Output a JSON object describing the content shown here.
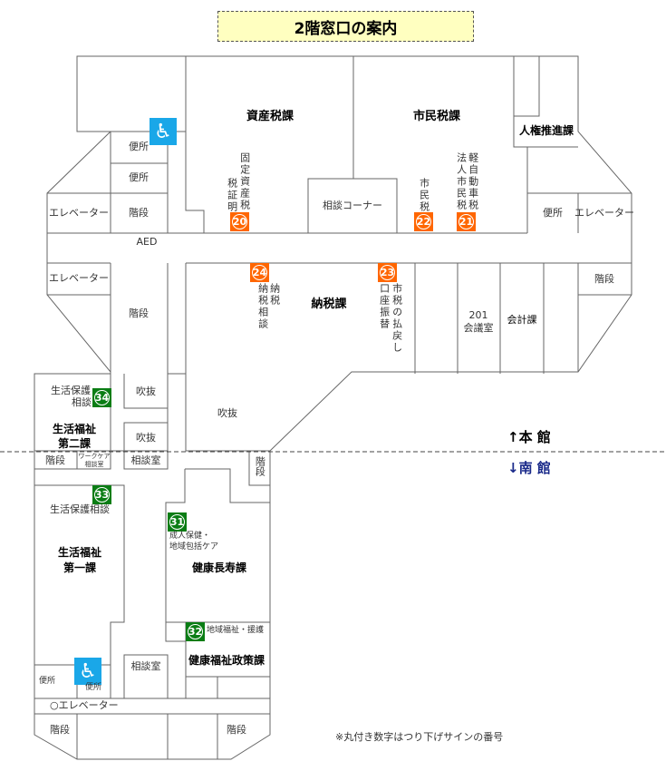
{
  "title": "2階窓口の案内",
  "colors": {
    "tax_marker": "#ff6600",
    "welfare_marker": "#0a7d14",
    "accessible": "#1aa7e8",
    "title_bg": "#ffffc0"
  },
  "rooms": {
    "shisanzei": "資産税課",
    "shiminzei": "市民税課",
    "jinken": "人権推進課",
    "soudan_corner": "相談コーナー",
    "nouzei": "納税課",
    "kaigishitsu_no": "201",
    "kaigishitsu": "会議室",
    "kaikei": "会計課",
    "benjo": "便所",
    "elevator": "エレベーター",
    "kaidan": "階段",
    "aed": "AED",
    "fukinuke": "吹抜",
    "soudanshitsu": "相談室",
    "seikatsu2_a": "生活福祉",
    "seikatsu2_b": "第二課",
    "workcare_a": "ワークケア",
    "workcare_b": "相談室",
    "seikatsu1_a": "生活福祉",
    "seikatsu1_b": "第一課",
    "kenko_choju": "健康長寿課",
    "kenko_seisaku": "健康福祉政策課",
    "elevator_s": "○エレベーター"
  },
  "markers": [
    {
      "no": "20",
      "lines": [
        "固定資産税",
        "税証明"
      ]
    },
    {
      "no": "22",
      "lines": [
        "市民税"
      ]
    },
    {
      "no": "21",
      "lines": [
        "軽自動車税",
        "法人市民税"
      ]
    },
    {
      "no": "24",
      "lines": [
        "納税",
        "納税相談"
      ]
    },
    {
      "no": "23",
      "lines": [
        "市税の払戻し",
        "口座振替"
      ]
    },
    {
      "no": "34",
      "lines": [
        "生活保護",
        "相談"
      ]
    },
    {
      "no": "33",
      "lines": [
        "生活保護相談"
      ]
    },
    {
      "no": "31",
      "lines": [
        "成人保健・",
        "地域包括ケア"
      ]
    },
    {
      "no": "32",
      "lines": [
        "地域福祉・援護"
      ]
    }
  ],
  "buildings": {
    "main": "↑本 館",
    "south": "↓南 館"
  },
  "note": "※丸付き数字はつり下げサインの番号",
  "icons": {
    "accessible": "wheelchair-icon"
  }
}
